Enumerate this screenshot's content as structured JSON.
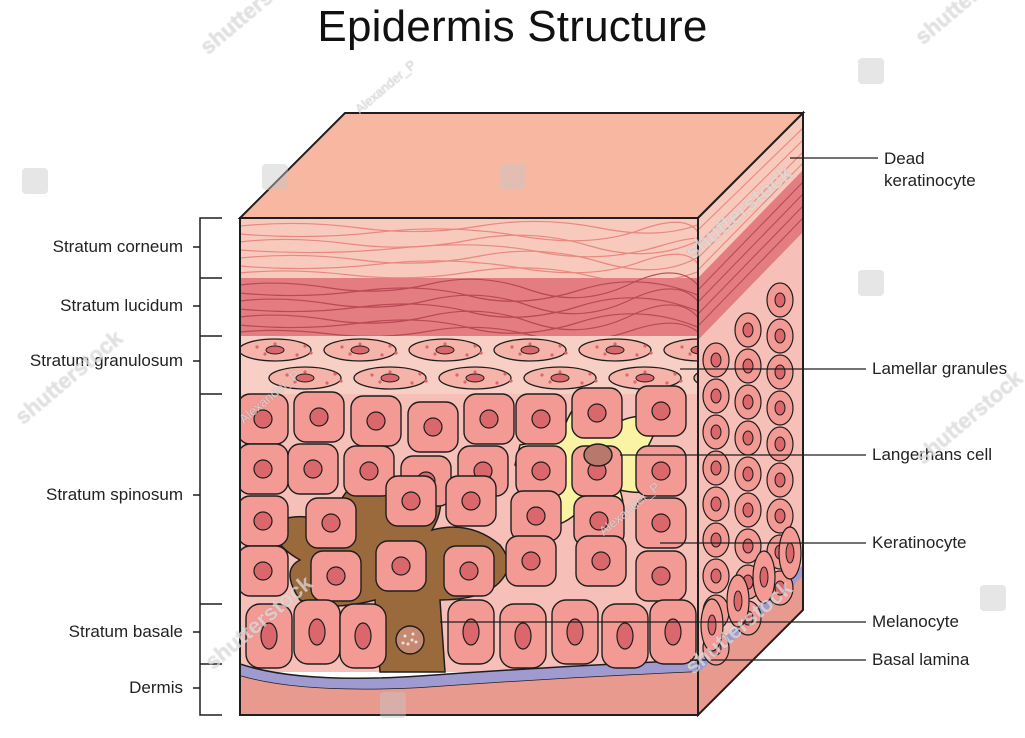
{
  "title": "Epidermis Structure",
  "layers": {
    "stratum_corneum": "Stratum corneum",
    "stratum_lucidum": "Stratum lucidum",
    "stratum_granulosum": "Stratum granulosum",
    "stratum_spinosum": "Stratum spinosum",
    "stratum_basale": "Stratum basale",
    "dermis": "Dermis"
  },
  "callouts": {
    "dead_keratinocyte_line1": "Dead",
    "dead_keratinocyte_line2": "keratinocyte",
    "lamellar_granules": "Lamellar granules",
    "langerhans_cell": "Langerhans cell",
    "keratinocyte": "Keratinocyte",
    "melanocyte": "Melanocyte",
    "basal_lamina": "Basal lamina"
  },
  "watermarks": {
    "brand": "shutterstock",
    "author": "Alexander_P"
  },
  "colors": {
    "top_face": "#f7b7a0",
    "corneum": "#f8c9bd",
    "lucidum": "#e37d82",
    "granulosum_bg": "#f7cfc4",
    "spinosum_bg": "#f7c7bf",
    "cell_fill": "#f39a95",
    "nucleus": "#d9676b",
    "melanocyte": "#9b6a3c",
    "langerhans": "#fbf3a4",
    "basal_lamina": "#9f9bd1",
    "dermis": "#e99a8f",
    "outline": "#1e1e1e"
  }
}
